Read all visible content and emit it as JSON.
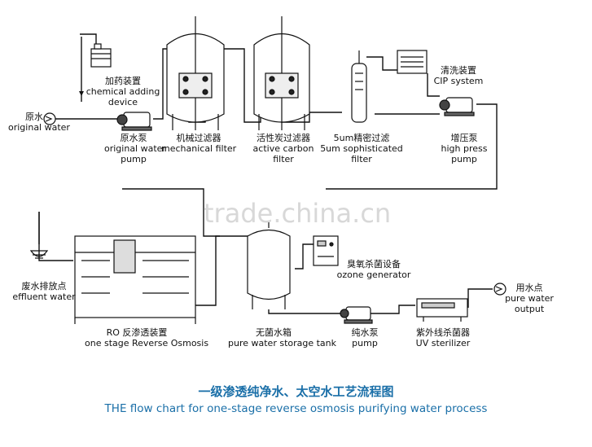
{
  "nodes": {
    "raw_water": {
      "cn": "原水",
      "en": "original water"
    },
    "chem": {
      "cn": "加药装置",
      "en1": "chemical adding",
      "en2": "device"
    },
    "raw_pump": {
      "cn": "原水泵",
      "en1": "original water",
      "en2": "pump"
    },
    "mech_filter": {
      "cn": "机械过滤器",
      "en": "mechanical filter"
    },
    "carbon_filter": {
      "cn": "活性炭过滤器",
      "en1": "active carbon",
      "en2": "filter"
    },
    "precision_filter": {
      "cn": "5um精密过滤",
      "en1": "5um sophisticated",
      "en2": "filter"
    },
    "cip": {
      "cn": "清洗装置",
      "en": "CIP system"
    },
    "hp_pump": {
      "cn": "增压泵",
      "en1": "high press",
      "en2": "pump"
    },
    "effluent": {
      "cn": "废水排放点",
      "en": "effluent water"
    },
    "ro": {
      "cn": "RO 反渗透装置",
      "en": "one stage Reverse Osmosis"
    },
    "tank": {
      "cn": "无菌水箱",
      "en": "pure water storage tank"
    },
    "ozone": {
      "cn": "臭氧杀菌设备",
      "en": "ozone generator"
    },
    "pure_pump": {
      "cn": "纯水泵",
      "en": "pump"
    },
    "uv": {
      "cn": "紫外线杀菌器",
      "en": "UV sterilizer"
    },
    "output": {
      "cn": "用水点",
      "en1": "pure water",
      "en2": "output"
    }
  },
  "watermark": "trade.china.cn",
  "title": {
    "cn": "一级渗透纯净水、太空水工艺流程图",
    "en": "THE flow chart for one-stage reverse osmosis purifying water process"
  },
  "colors": {
    "line": "#111111",
    "title": "#1a6fa8",
    "watermark": "#d8d8d8"
  }
}
